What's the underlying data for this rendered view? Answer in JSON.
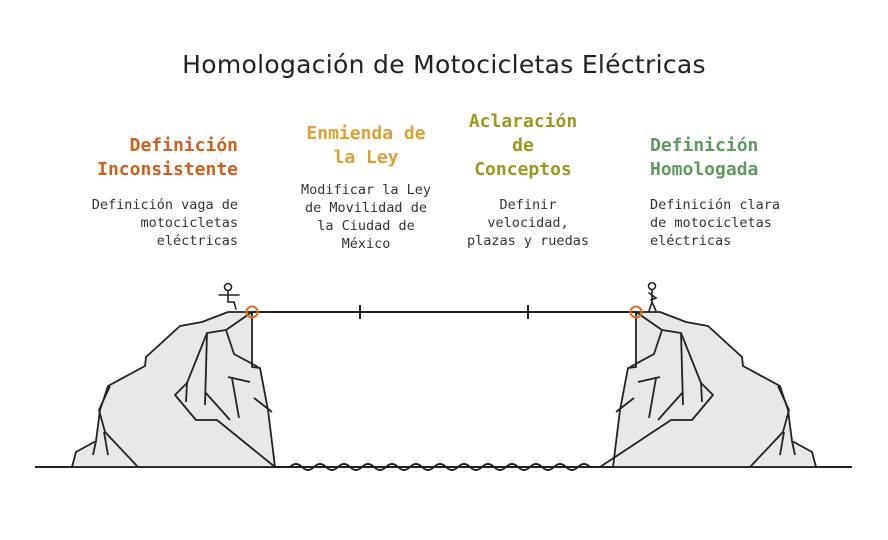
{
  "title": "Homologación de Motocicletas Eléctricas",
  "steps": [
    {
      "heading": "Definición\nInconsistente",
      "description": "Definición vaga de\nmotocicletas\neléctricas",
      "color": "#d2601a"
    },
    {
      "heading": "Enmienda de\nla Ley",
      "description": "Modificar la Ley\nde Movilidad de\nla Ciudad de\nMéxico",
      "color": "#e0a030"
    },
    {
      "heading": "Aclaración\nde\nConceptos",
      "description": "Definir\nvelocidad,\nplazas y ruedas",
      "color": "#9a9a1a"
    },
    {
      "heading": "Definición\nHomologada",
      "description": "Definición clara\nde motocicletas\neléctricas",
      "color": "#5e9a5e"
    }
  ],
  "icons": [
    "person-sitting-icon",
    "person-standing-icon",
    "anchor-point-icon",
    "cliff-icon",
    "water-icon"
  ]
}
